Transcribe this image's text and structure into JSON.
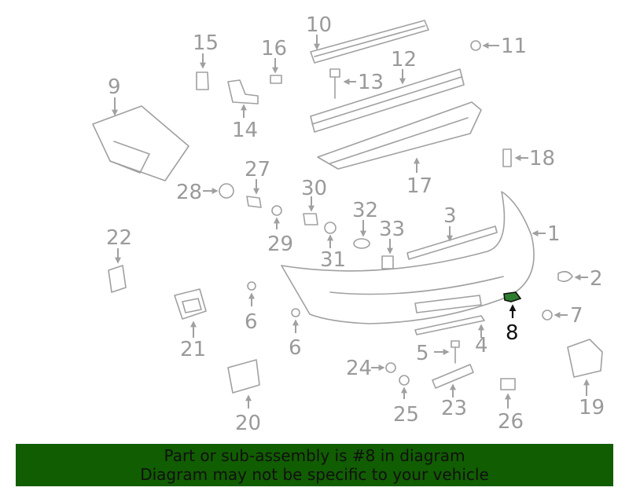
{
  "labels": {
    "p1": "1",
    "p2": "2",
    "p3": "3",
    "p4": "4",
    "p5": "5",
    "p6a": "6",
    "p6b": "6",
    "p7": "7",
    "p8": "8",
    "p9": "9",
    "p10": "10",
    "p11": "11",
    "p12": "12",
    "p13": "13",
    "p14": "14",
    "p15": "15",
    "p16": "16",
    "p17": "17",
    "p18": "18",
    "p19": "19",
    "p20": "20",
    "p21": "21",
    "p22": "22",
    "p23": "23",
    "p24": "24",
    "p25": "25",
    "p26": "26",
    "p27": "27",
    "p28": "28",
    "p29": "29",
    "p30": "30",
    "p31": "31",
    "p32": "32",
    "p33": "33"
  },
  "highlight": {
    "part": "8",
    "color": "#2e7d2e"
  },
  "banner": {
    "line1": "Part or sub-assembly is #8 in diagram",
    "line2": "Diagram may not be specific to your vehicle",
    "bg_color": "#115d01"
  }
}
